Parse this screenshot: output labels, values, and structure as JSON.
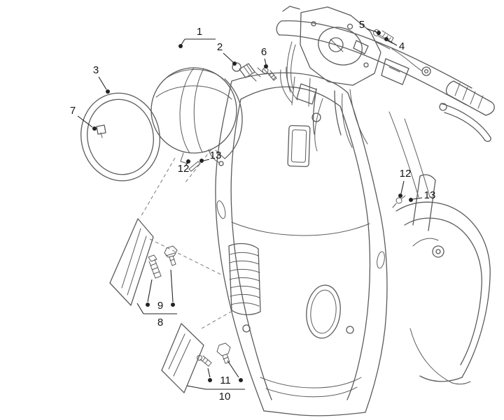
{
  "figure": {
    "type": "exploded-parts-diagram",
    "colors": {
      "background": "#ffffff",
      "line": "#5b5b5b",
      "callout": "#161616"
    }
  },
  "callouts": [
    {
      "label": "1"
    },
    {
      "label": "2"
    },
    {
      "label": "3"
    },
    {
      "label": "4"
    },
    {
      "label": "5"
    },
    {
      "label": "6"
    },
    {
      "label": "7"
    },
    {
      "label": "8"
    },
    {
      "label": "9"
    },
    {
      "label": "10"
    },
    {
      "label": "11"
    },
    {
      "label": "12",
      "instance": "center-left"
    },
    {
      "label": "13",
      "instance": "center-left"
    },
    {
      "label": "12",
      "instance": "right"
    },
    {
      "label": "13",
      "instance": "right"
    }
  ]
}
